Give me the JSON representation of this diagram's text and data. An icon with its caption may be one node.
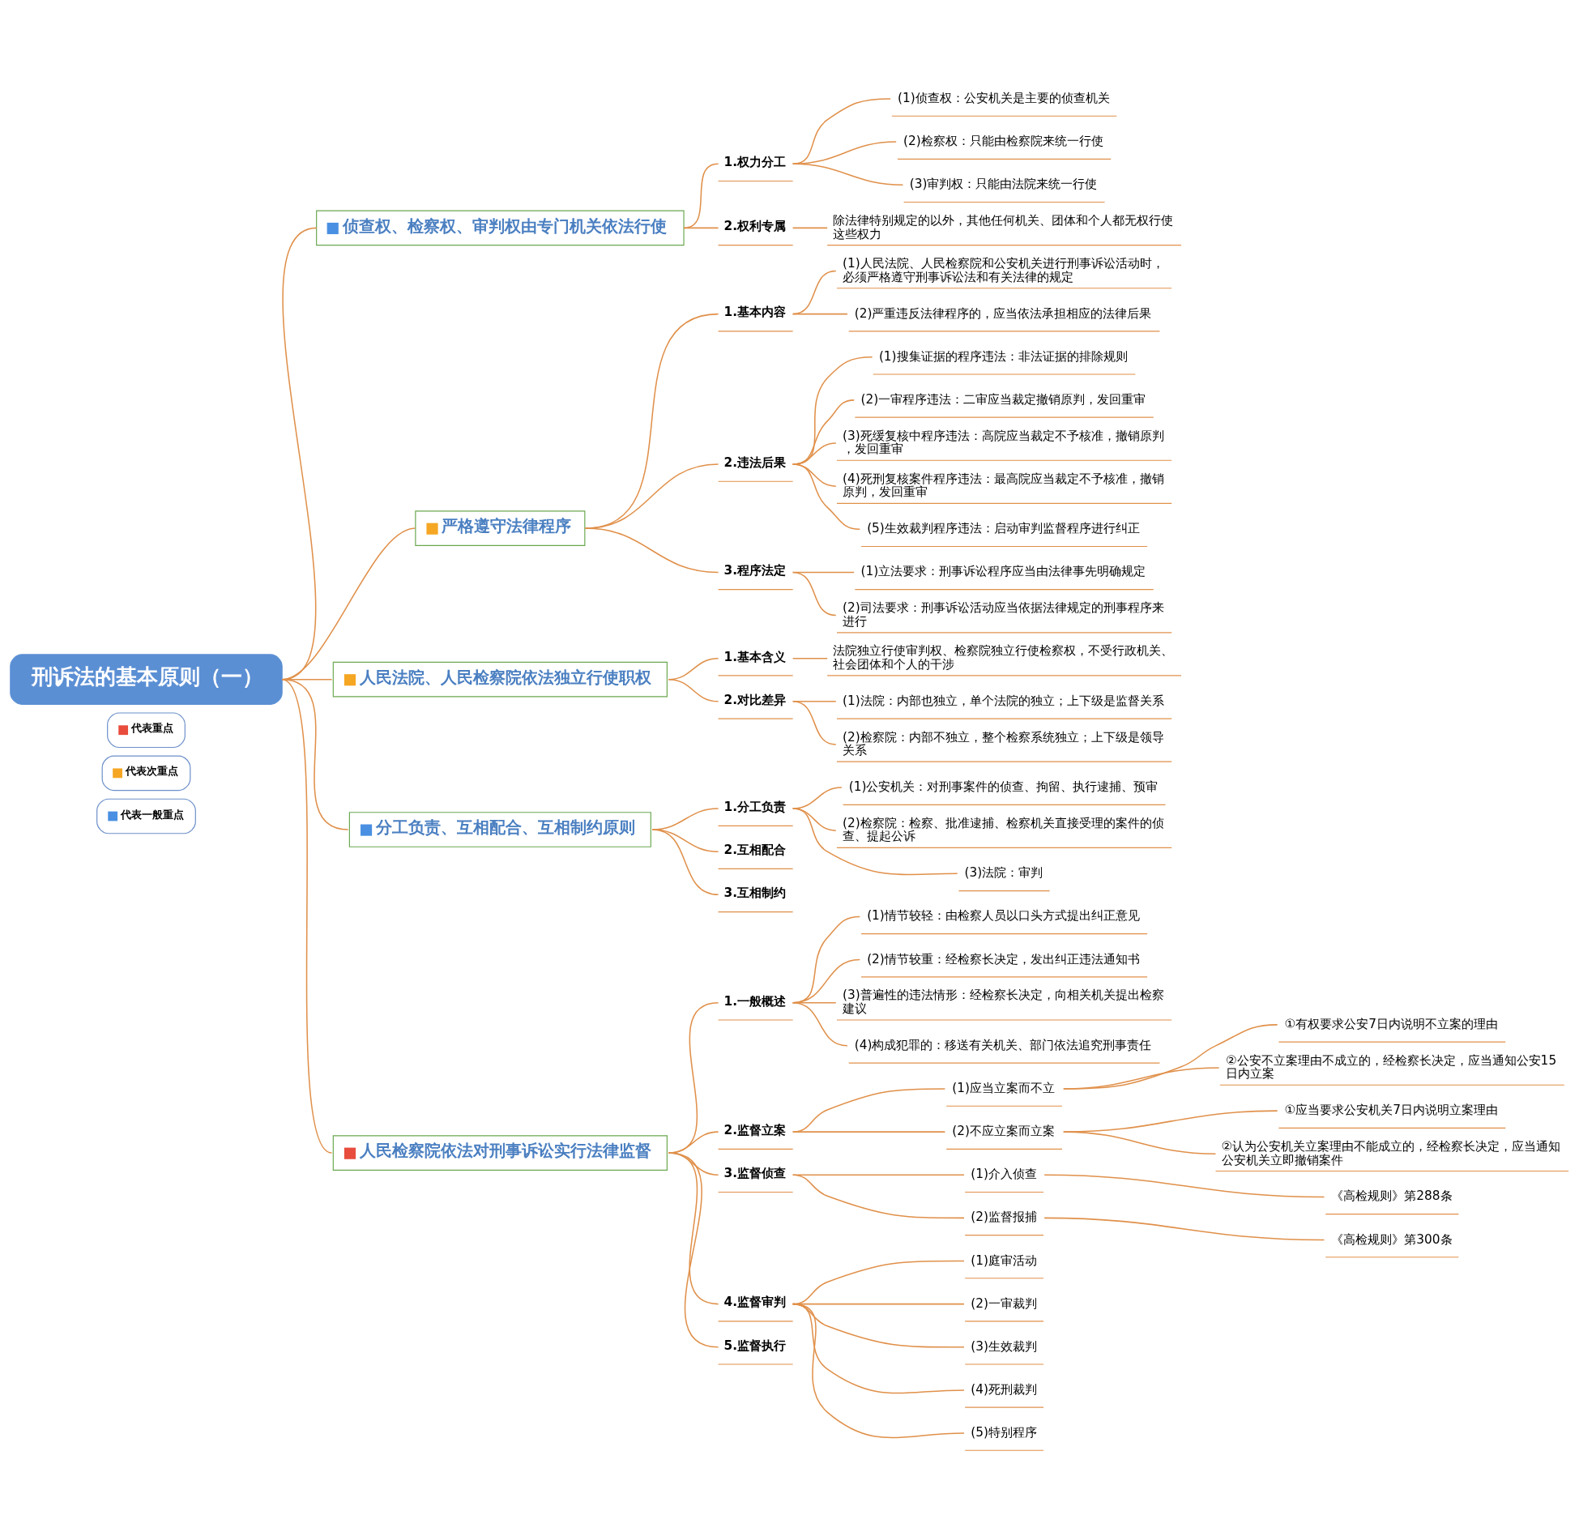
{
  "diagram": {
    "nodes": [
      {
        "text": [
          "刑诉法的基本原则（一）"
        ]
      },
      {
        "text": [
          "侦查权、检察权、审判权由专门机关依法行使"
        ]
      },
      {
        "text": [
          "1.权力分工"
        ]
      },
      {
        "text": [
          "(1)侦查权：公安机关是主要的侦查机关"
        ]
      },
      {
        "text": [
          "(2)检察权：只能由检察院来统一行使"
        ]
      },
      {
        "text": [
          "(3)审判权：只能由法院来统一行使"
        ]
      },
      {
        "text": [
          "2.权利专属"
        ]
      },
      {
        "text": [
          "除法律特别规定的以外，其他任何机关、团体和个人都无权行使这些权力"
        ]
      },
      {
        "text": [
          "严格遵守法律程序"
        ]
      },
      {
        "text": [
          "1.基本内容"
        ]
      },
      {
        "text": [
          "(1)人民法院、人民检察院和公安机关进行刑事诉讼活动时，必须严格遵守刑事诉讼法和有关法律的规定"
        ]
      },
      {
        "text": [
          "(2)严重违反法律程序的，应当依法承担相应的法律后果"
        ]
      },
      {
        "text": [
          "2.违法后果"
        ]
      },
      {
        "text": [
          "(1)搜集证据的程序违法：非法证据的排除规则"
        ]
      },
      {
        "text": [
          "(2)一审程序违法：二审应当裁定撤销原判，发回重审"
        ]
      },
      {
        "text": [
          "(3)死缓复核中程序违法：高院应当裁定不予核准，撤销原判，发回重审"
        ]
      },
      {
        "text": [
          "(4)死刑复核案件程序违法：最高院应当裁定不予核准，撤销原判，发回重审"
        ]
      },
      {
        "text": [
          "(5)生效裁判程序违法：启动审判监督程序进行纠正"
        ]
      },
      {
        "text": [
          "3.程序法定"
        ]
      },
      {
        "text": [
          "(1)立法要求：刑事诉讼程序应当由法律事先明确规定"
        ]
      },
      {
        "text": [
          "(2)司法要求：刑事诉讼活动应当依据法律规定的刑事程序来进行"
        ]
      },
      {
        "text": [
          "人民法院、人民检察院依法独立行使职权"
        ]
      },
      {
        "text": [
          "1.基本含义"
        ]
      },
      {
        "text": [
          "法院独立行使审判权、检察院独立行使检察权，不受行政机关、社会团体和个人的干涉"
        ]
      },
      {
        "text": [
          "2.对比差异"
        ]
      },
      {
        "text": [
          "(1)法院：内部也独立，单个法院的独立；上下级是监督关系"
        ]
      },
      {
        "text": [
          "(2)检察院：内部不独立，整个检察系统独立；上下级是领导关系"
        ]
      },
      {
        "text": [
          "分工负责、互相配合、互相制约原则"
        ]
      },
      {
        "text": [
          "1.分工负责"
        ]
      },
      {
        "text": [
          "(1)公安机关：对刑事案件的侦查、拘留、执行逮捕、预审"
        ]
      },
      {
        "text": [
          "(2)检察院：检察、批准逮捕、检察机关直接受理的案件的侦查、提起公诉"
        ]
      },
      {
        "text": [
          "(3)法院：审判"
        ]
      },
      {
        "text": [
          "2.互相配合"
        ]
      },
      {
        "text": [
          "3.互相制约"
        ]
      },
      {
        "text": [
          "人民检察院依法对刑事诉讼实行法律监督"
        ]
      },
      {
        "text": [
          "1.一般概述"
        ]
      },
      {
        "text": [
          "(1)情节较轻：由检察人员以口头方式提出纠正意见"
        ]
      },
      {
        "text": [
          "(2)情节较重：经检察长决定，发出纠正违法通知书"
        ]
      },
      {
        "text": [
          "(3)普遍性的违法情形：经检察长决定，向相关机关提出检察建议"
        ]
      },
      {
        "text": [
          "(4)构成犯罪的：移送有关机关、部门依法追究刑事责任"
        ]
      },
      {
        "text": [
          "2.监督立案"
        ]
      },
      {
        "text": [
          "(1)应当立案而不立"
        ]
      },
      {
        "text": [
          "①有权要求公安7日内说明不立案的理由"
        ]
      },
      {
        "text": [
          "②公安不立案理由不成立的，经检察长决定，应当通知公安15日内立案"
        ]
      },
      {
        "text": [
          "(2)不应立案而立案"
        ]
      },
      {
        "text": [
          "①应当要求公安机关7日内说明立案理由"
        ]
      },
      {
        "text": [
          "②认为公安机关立案理由不能成立的，经检察长决定，应当通知公安机关立即撤销案件"
        ]
      },
      {
        "text": [
          "3.监督侦查"
        ]
      },
      {
        "text": [
          "(1)介入侦查"
        ]
      },
      {
        "text": [
          "《高检规则》第288条"
        ]
      },
      {
        "text": [
          "(2)监督报捕"
        ]
      },
      {
        "text": [
          "《高检规则》第300条"
        ]
      },
      {
        "text": [
          "4.监督审判"
        ]
      },
      {
        "text": [
          "(1)庭审活动"
        ]
      },
      {
        "text": [
          "(2)一审裁判"
        ]
      },
      {
        "text": [
          "(3)生效裁判"
        ]
      },
      {
        "text": [
          "(4)死刑裁判"
        ]
      },
      {
        "text": [
          "(5)特别程序"
        ]
      },
      {
        "text": [
          "5.监督执行"
        ]
      }
    ],
    "edges": [
      {
        "from": 0,
        "to": 1,
        "arrow": "none"
      },
      {
        "from": 1,
        "to": 2,
        "arrow": "none"
      },
      {
        "from": 2,
        "to": 3,
        "arrow": "none"
      },
      {
        "from": 2,
        "to": 4,
        "arrow": "none"
      },
      {
        "from": 2,
        "to": 5,
        "arrow": "none"
      },
      {
        "from": 1,
        "to": 6,
        "arrow": "none"
      },
      {
        "from": 6,
        "to": 7,
        "arrow": "none"
      },
      {
        "from": 0,
        "to": 8,
        "arrow": "none"
      },
      {
        "from": 8,
        "to": 9,
        "arrow": "none"
      },
      {
        "from": 9,
        "to": 10,
        "arrow": "none"
      },
      {
        "from": 9,
        "to": 11,
        "arrow": "none"
      },
      {
        "from": 8,
        "to": 12,
        "arrow": "none"
      },
      {
        "from": 12,
        "to": 13,
        "arrow": "none"
      },
      {
        "from": 12,
        "to": 14,
        "arrow": "none"
      },
      {
        "from": 12,
        "to": 15,
        "arrow": "none"
      },
      {
        "from": 12,
        "to": 16,
        "arrow": "none"
      },
      {
        "from": 12,
        "to": 17,
        "arrow": "none"
      },
      {
        "from": 8,
        "to": 18,
        "arrow": "none"
      },
      {
        "from": 18,
        "to": 19,
        "arrow": "none"
      },
      {
        "from": 18,
        "to": 20,
        "arrow": "none"
      },
      {
        "from": 0,
        "to": 21,
        "arrow": "none"
      },
      {
        "from": 21,
        "to": 22,
        "arrow": "none"
      },
      {
        "from": 22,
        "to": 23,
        "arrow": "none"
      },
      {
        "from": 21,
        "to": 24,
        "arrow": "none"
      },
      {
        "from": 24,
        "to": 25,
        "arrow": "none"
      },
      {
        "from": 24,
        "to": 26,
        "arrow": "none"
      },
      {
        "from": 0,
        "to": 27,
        "arrow": "none"
      },
      {
        "from": 27,
        "to": 28,
        "arrow": "none"
      },
      {
        "from": 28,
        "to": 29,
        "arrow": "none"
      },
      {
        "from": 28,
        "to": 30,
        "arrow": "none"
      },
      {
        "from": 28,
        "to": 31,
        "arrow": "none"
      },
      {
        "from": 27,
        "to": 32,
        "arrow": "none"
      },
      {
        "from": 27,
        "to": 33,
        "arrow": "none"
      },
      {
        "from": 0,
        "to": 34,
        "arrow": "none"
      },
      {
        "from": 34,
        "to": 35,
        "arrow": "none"
      },
      {
        "from": 35,
        "to": 36,
        "arrow": "none"
      },
      {
        "from": 35,
        "to": 37,
        "arrow": "none"
      },
      {
        "from": 35,
        "to": 38,
        "arrow": "none"
      },
      {
        "from": 35,
        "to": 39,
        "arrow": "none"
      },
      {
        "from": 34,
        "to": 40,
        "arrow": "none"
      },
      {
        "from": 40,
        "to": 41,
        "arrow": "none"
      },
      {
        "from": 41,
        "to": 42,
        "arrow": "none"
      },
      {
        "from": 41,
        "to": 43,
        "arrow": "none"
      },
      {
        "from": 40,
        "to": 44,
        "arrow": "none"
      },
      {
        "from": 44,
        "to": 45,
        "arrow": "none"
      },
      {
        "from": 44,
        "to": 46,
        "arrow": "none"
      },
      {
        "from": 34,
        "to": 47,
        "arrow": "none"
      },
      {
        "from": 47,
        "to": 48,
        "arrow": "none"
      },
      {
        "from": 48,
        "to": 49,
        "arrow": "none"
      },
      {
        "from": 47,
        "to": 50,
        "arrow": "none"
      },
      {
        "from": 50,
        "to": 51,
        "arrow": "none"
      },
      {
        "from": 34,
        "to": 52,
        "arrow": "none"
      },
      {
        "from": 52,
        "to": 53,
        "arrow": "none"
      },
      {
        "from": 52,
        "to": 54,
        "arrow": "none"
      },
      {
        "from": 52,
        "to": 55,
        "arrow": "none"
      },
      {
        "from": 52,
        "to": 56,
        "arrow": "none"
      },
      {
        "from": 52,
        "to": 57,
        "arrow": "none"
      },
      {
        "from": 34,
        "to": 58,
        "arrow": "none"
      }
    ],
    "legend": [
      {
        "text": "代表重点",
        "color": "#e84c3d"
      },
      {
        "text": "代表次重点",
        "color": "#f5a623"
      },
      {
        "text": "代表一般重点",
        "color": "#4a90e2"
      }
    ]
  }
}
